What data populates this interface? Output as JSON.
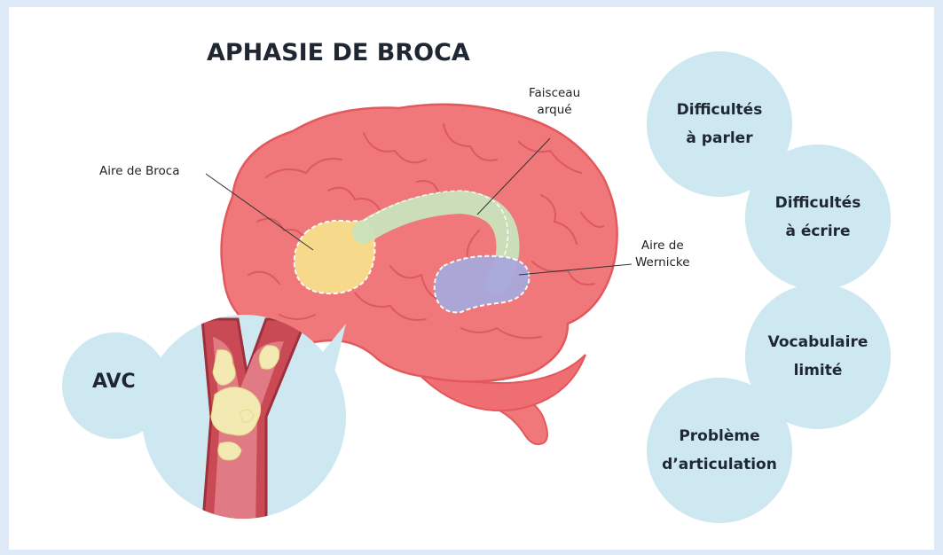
{
  "title": "APHASIE DE BROCA",
  "labels": {
    "broca": "Aire de Broca",
    "faisceau": "Faisceau\narqué",
    "wernicke": "Aire de\nWernicke"
  },
  "avc": "AVC",
  "symptoms": [
    "Difficultés\nà parler",
    "Difficultés\nà écrire",
    "Vocabulaire\nlimité",
    "Problème\nd’articulation"
  ],
  "colors": {
    "background": "#dde9f7",
    "brain": "#f0787a",
    "bubble": "#cde8f1",
    "broca_area": "#f6d98a",
    "faisceau": "#c9e4bd",
    "wernicke_area": "#a9a9dc",
    "vessel": "#c94a55",
    "plaque": "#f3eab3"
  }
}
